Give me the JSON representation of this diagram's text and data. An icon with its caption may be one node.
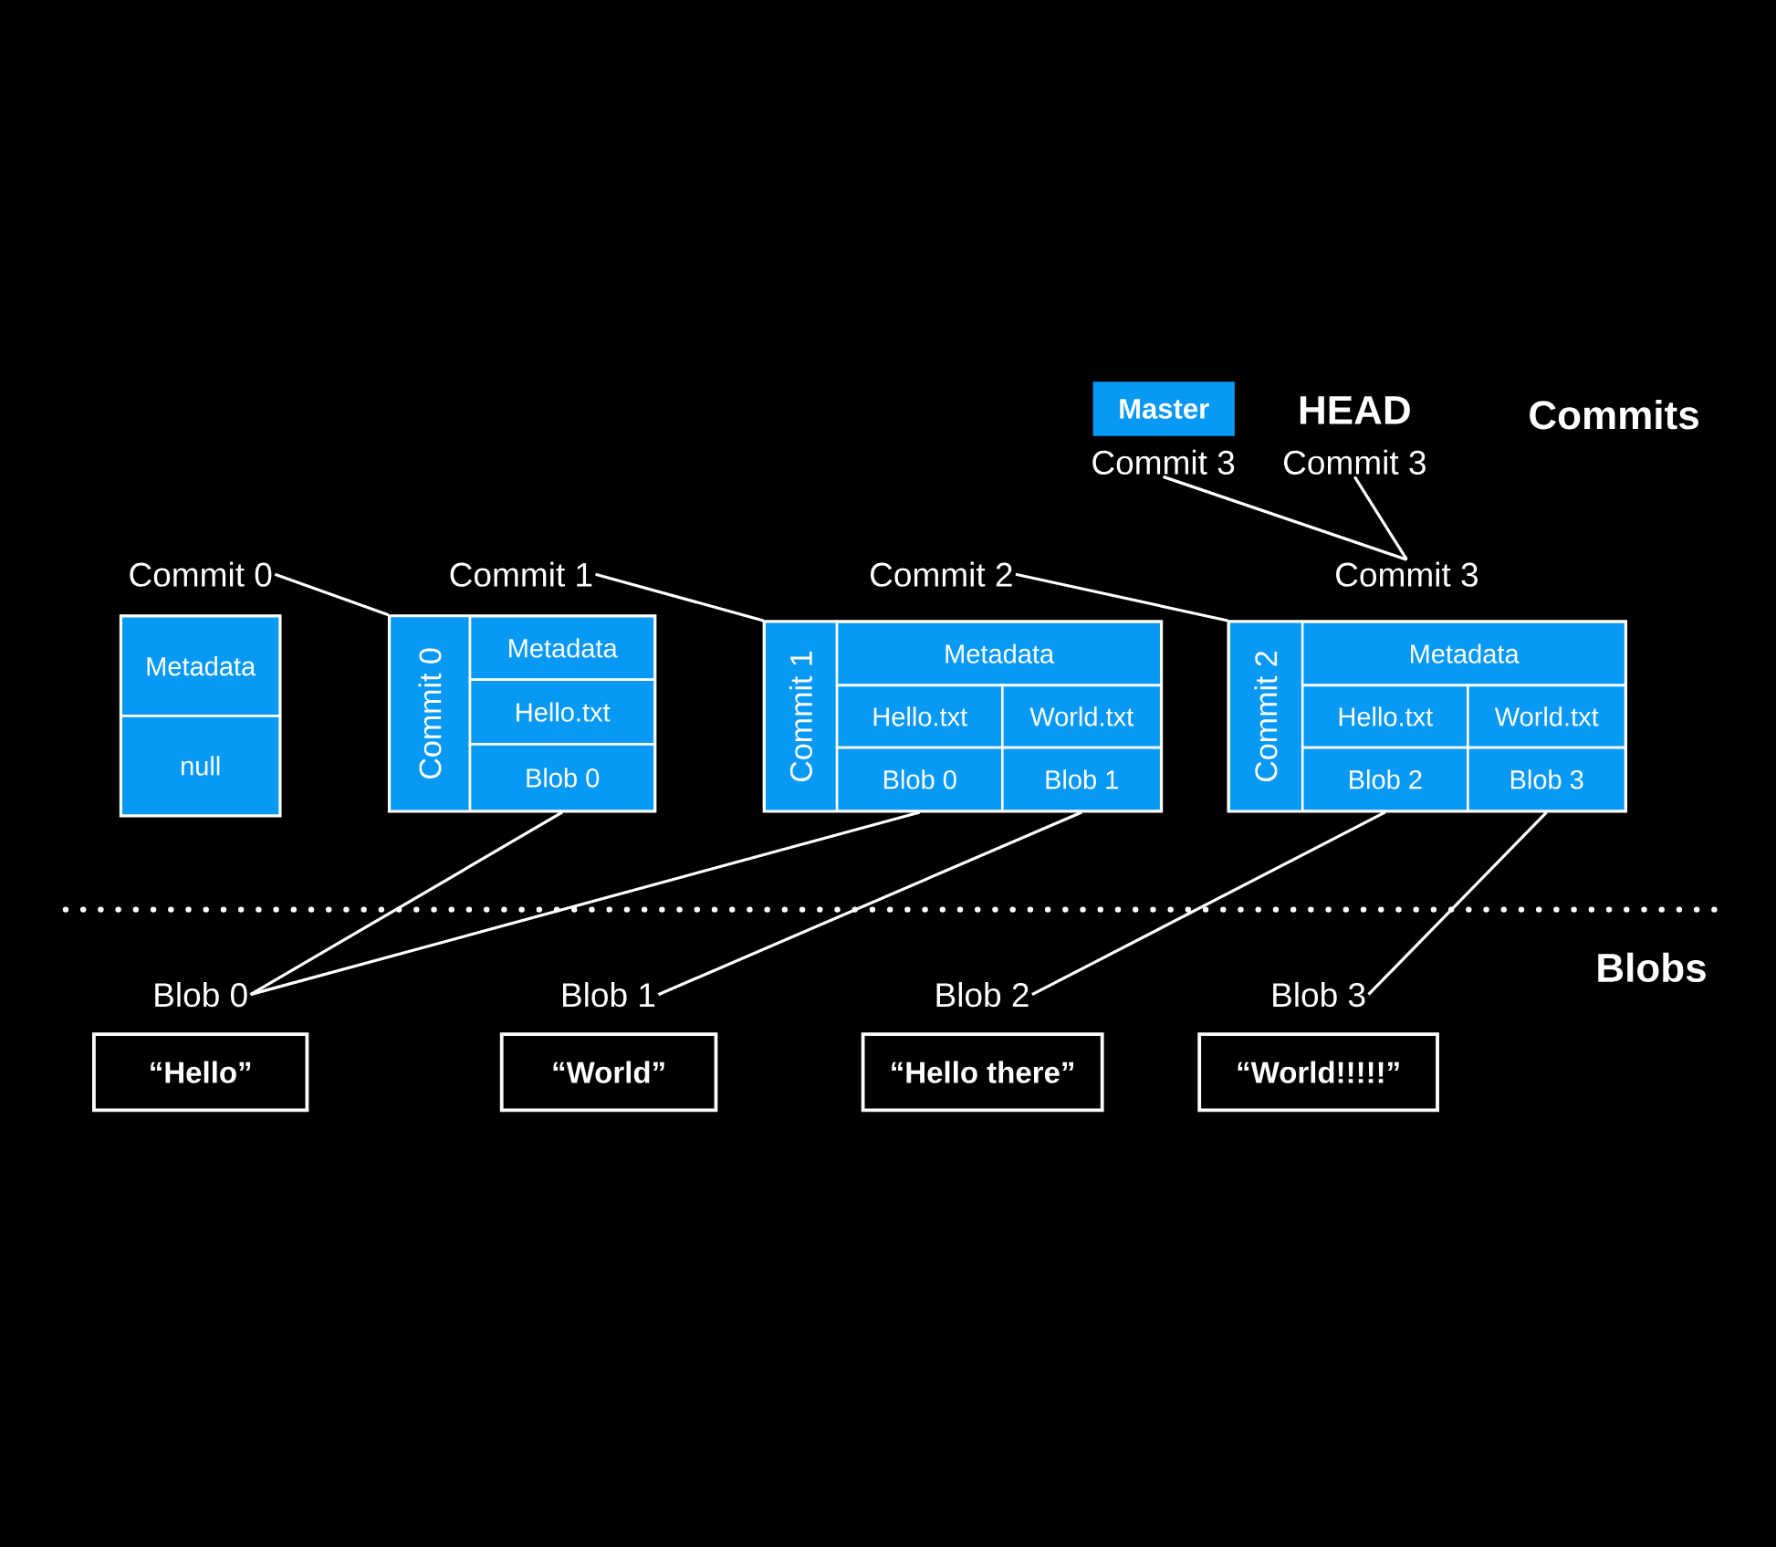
{
  "diagram": {
    "nodes": [
      {
        "text": [
          "Commit 0"
        ]
      },
      {
        "text": [
          "Metadata"
        ],
        "in": 0
      },
      {
        "text": [
          "null"
        ],
        "in": 0
      },
      {
        "text": [
          "Commit 1"
        ]
      },
      {
        "text": [
          "Commit 0"
        ],
        "in": 3
      },
      {
        "text": [
          "Metadata"
        ],
        "in": 3
      },
      {
        "text": [
          "Hello.txt"
        ],
        "in": 3
      },
      {
        "text": [
          "Blob 0"
        ],
        "in": 3
      },
      {
        "text": [
          "Commit 2"
        ]
      },
      {
        "text": [
          "Commit 1"
        ],
        "in": 8
      },
      {
        "text": [
          "Metadata"
        ],
        "in": 8
      },
      {
        "text": [
          "Hello.txt"
        ],
        "in": 8
      },
      {
        "text": [
          "World.txt"
        ],
        "in": 8
      },
      {
        "text": [
          "Blob 0"
        ],
        "in": 8
      },
      {
        "text": [
          "Blob 1"
        ],
        "in": 8
      },
      {
        "text": [
          "Commit 3"
        ]
      },
      {
        "text": [
          "Commit 2"
        ],
        "in": 15
      },
      {
        "text": [
          "Metadata"
        ],
        "in": 15
      },
      {
        "text": [
          "Hello.txt"
        ],
        "in": 15
      },
      {
        "text": [
          "World.txt"
        ],
        "in": 15
      },
      {
        "text": [
          "Blob 2"
        ],
        "in": 15
      },
      {
        "text": [
          "Blob 3"
        ],
        "in": 15
      },
      {
        "text": [
          "Master",
          "Commit 3"
        ]
      },
      {
        "text": [
          "HEAD",
          "Commit 3"
        ]
      },
      {
        "text": [
          "Blob 0",
          "“Hello”"
        ]
      },
      {
        "text": [
          "Blob 1",
          "“World”"
        ]
      },
      {
        "text": [
          "Blob 2",
          "“Hello there”"
        ]
      },
      {
        "text": [
          "Blob 3",
          "“World!!!!!”"
        ]
      }
    ],
    "edges": [
      {
        "from": 0,
        "to": 4,
        "arrow": "none"
      },
      {
        "from": 3,
        "to": 9,
        "arrow": "none"
      },
      {
        "from": 8,
        "to": 16,
        "arrow": "none"
      },
      {
        "from": 22,
        "to": 15,
        "arrow": "none"
      },
      {
        "from": 23,
        "to": 15,
        "arrow": "none"
      },
      {
        "from": 7,
        "to": 24,
        "arrow": "none"
      },
      {
        "from": 13,
        "to": 24,
        "arrow": "none"
      },
      {
        "from": 14,
        "to": 25,
        "arrow": "none"
      },
      {
        "from": 20,
        "to": 26,
        "arrow": "none"
      },
      {
        "from": 21,
        "to": 27,
        "arrow": "none"
      }
    ],
    "labels": [
      "Commits",
      "Blobs"
    ]
  }
}
